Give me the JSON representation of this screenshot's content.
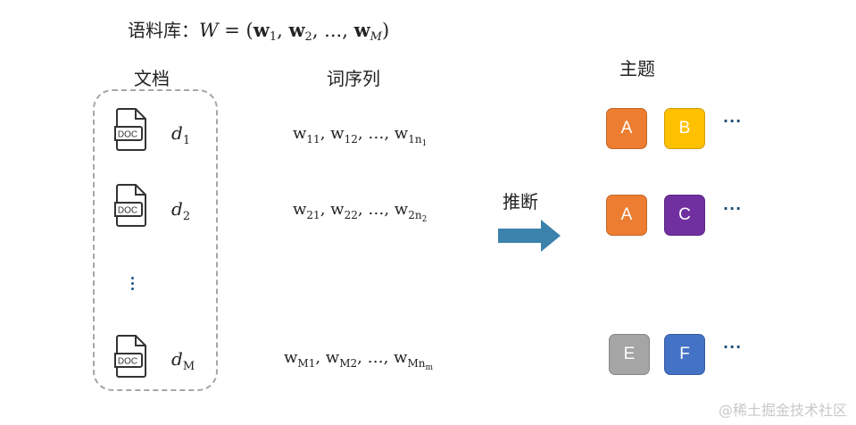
{
  "corpus": {
    "label": "语料库：",
    "W": "W",
    "eq": " = (",
    "w": "w",
    "s1": "1",
    "s2": "2",
    "sM": "M",
    "sep": ", ",
    "ell": "...",
    "close": ")"
  },
  "headers": {
    "docs": "文档",
    "seq": "词序列",
    "topics": "主题"
  },
  "documents": [
    {
      "icon": "doc-file-icon",
      "icon_text": "DOC",
      "d": "d",
      "sub": "1"
    },
    {
      "icon": "doc-file-icon",
      "icon_text": "DOC",
      "d": "d",
      "sub": "2"
    },
    {
      "icon": "doc-file-icon",
      "icon_text": "DOC",
      "d": "d",
      "sub": "M"
    }
  ],
  "sequences": [
    {
      "w": "w",
      "a": "11",
      "b": "12",
      "ell": "…",
      "c": "1n",
      "cs": "1"
    },
    {
      "w": "w",
      "a": "21",
      "b": "22",
      "ell": "…",
      "c": "2n",
      "cs": "2"
    },
    {
      "w": "w",
      "a": "M1",
      "b": "M2",
      "ell": "…",
      "c": "Mn",
      "cs": "m"
    }
  ],
  "arrow": {
    "label": "推断",
    "icon": "right-arrow-icon",
    "color": "#3b82ac"
  },
  "topics": [
    [
      {
        "label": "A",
        "color": "#ed7d31"
      },
      {
        "label": "B",
        "color": "#ffc000"
      }
    ],
    [
      {
        "label": "A",
        "color": "#ed7d31"
      },
      {
        "label": "C",
        "color": "#7030a0"
      }
    ],
    [
      {
        "label": "E",
        "color": "#a5a5a5"
      },
      {
        "label": "F",
        "color": "#4472c4"
      }
    ]
  ],
  "more": "···",
  "watermark": "@稀土掘金技术社区"
}
